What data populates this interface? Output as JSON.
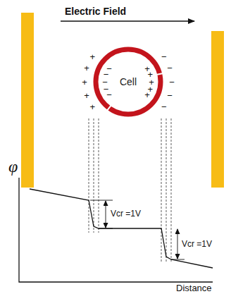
{
  "diagram": {
    "nodes": [
      {
        "text": [
          "Cell"
        ]
      }
    ],
    "labels": [
      "Electric Field",
      "+",
      "+",
      "+",
      "+",
      "+",
      "−",
      "−",
      "−",
      "−",
      "−",
      "+",
      "+",
      "+",
      "+",
      "+",
      "−",
      "−",
      "−",
      "−",
      "−",
      "φ",
      "Vcr =1V",
      "Vcr =1V",
      "Distance"
    ]
  }
}
